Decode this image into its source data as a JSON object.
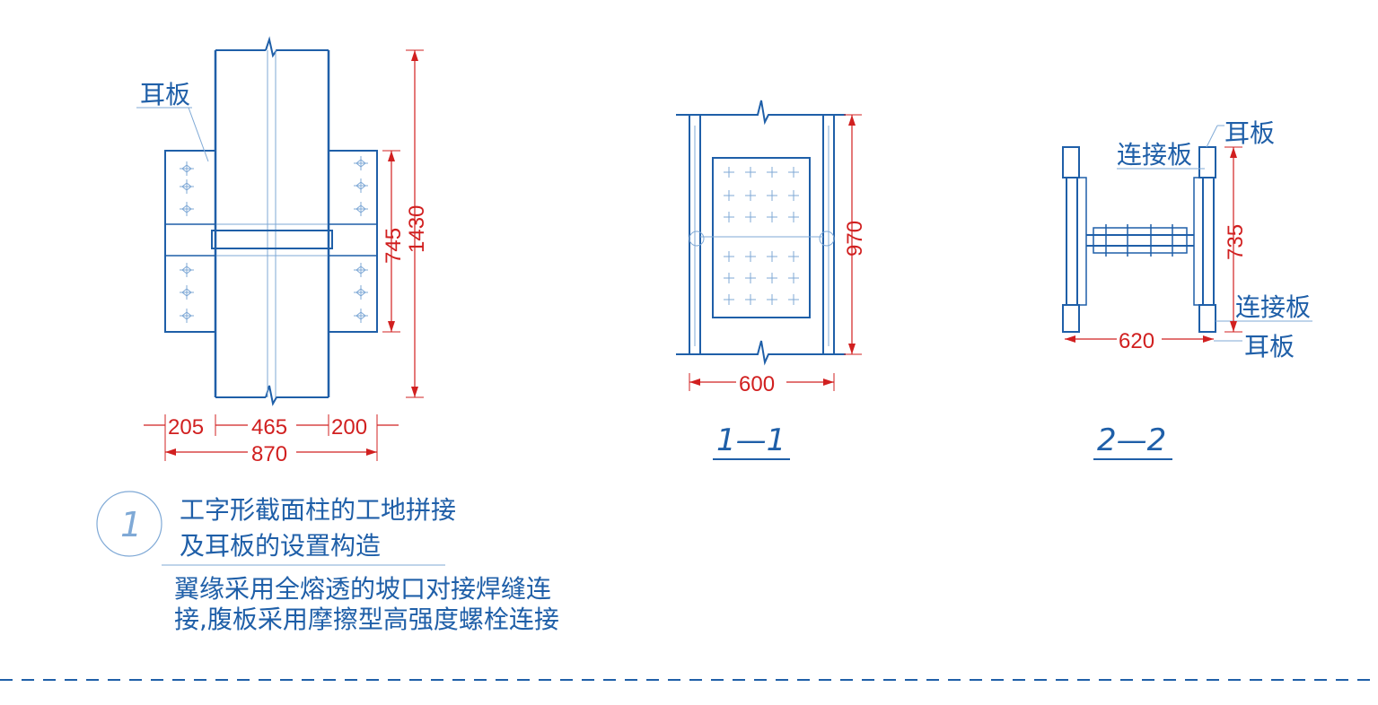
{
  "colors": {
    "line": "#1f5fa8",
    "dimension": "#d12020",
    "weld": "#7fa9d6"
  },
  "elevation": {
    "ear_plate_label": "耳板",
    "dims": {
      "top_height_outer": "1430",
      "top_height_inner": "745",
      "left": "205",
      "center": "465",
      "right": "200",
      "total": "870"
    }
  },
  "section_1": {
    "width": "600",
    "height": "970",
    "title": "1—1"
  },
  "section_2": {
    "width": "620",
    "height": "735",
    "title": "2—2",
    "ear_plate_top": "耳板",
    "connect_plate_top": "连接板",
    "connect_plate_bottom": "连接板",
    "ear_plate_bottom": "耳板"
  },
  "note": {
    "number": "1",
    "title_line1": "工字形截面柱的工地拼接",
    "title_line2": "及耳板的设置构造",
    "desc_line1": "翼缘采用全熔透的坡口对接焊缝连",
    "desc_line2": "接,腹板采用摩擦型高强度螺栓连接"
  }
}
